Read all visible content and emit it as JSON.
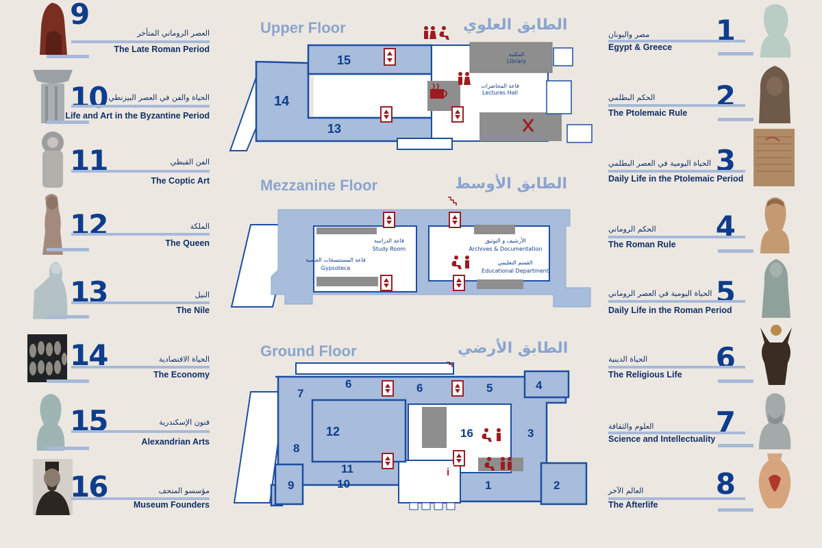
{
  "floors": {
    "upper": {
      "title_en": "Upper Floor",
      "title_ar": "الطابق العلوي"
    },
    "mezzanine": {
      "title_en": "Mezzanine Floor",
      "title_ar": "الطابق الأوسط"
    },
    "ground": {
      "title_en": "Ground Floor",
      "title_ar": "الطابق الأرضي"
    }
  },
  "upper_plan": {
    "room_15": "15",
    "room_14": "14",
    "room_13": "13",
    "library_ar": "المكتبة",
    "library_en": "Library",
    "lectures_ar": "قاعة المحاضرات",
    "lectures_en": "Lectures Hall"
  },
  "mezzanine_plan": {
    "study_ar": "قاعة الدراسة",
    "study_en": "Study Room",
    "gypso_ar": "قاعة المستنسخات الجصية",
    "gypso_en": "Gypsoteca",
    "archives_ar": "الأرشيف و التوثيق",
    "archives_en": "Archives & Documentation",
    "edu_ar": "القسم التعليمي",
    "edu_en": "Educational Department"
  },
  "ground_plan": {
    "r6a": "6",
    "r6b": "6",
    "r5": "5",
    "r4": "4",
    "r7": "7",
    "r12": "12",
    "r16": "16",
    "r3": "3",
    "r8": "8",
    "r11": "11",
    "r10": "10",
    "r9": "9",
    "r1": "1",
    "r2": "2",
    "info": "i"
  },
  "left_sections": [
    {
      "num": "9",
      "ar": "العصر الروماني المتأخر",
      "en": "The Late Roman Period"
    },
    {
      "num": "10",
      "ar": "الحياة والفن في العصر البيزنطي",
      "en": "Life and Art in the Byzantine Period"
    },
    {
      "num": "11",
      "ar": "الفن القبطي",
      "en": "The Coptic Art"
    },
    {
      "num": "12",
      "ar": "الملكة",
      "en": "The Queen"
    },
    {
      "num": "13",
      "ar": "النيل",
      "en": "The Nile"
    },
    {
      "num": "14",
      "ar": "الحياة الاقتصادية",
      "en": "The Economy"
    },
    {
      "num": "15",
      "ar": "فنون الإسكندرية",
      "en": "Alexandrian Arts"
    },
    {
      "num": "16",
      "ar": "مؤسسو المتحف",
      "en": "Museum Founders"
    }
  ],
  "right_sections": [
    {
      "num": "1",
      "ar": "مصر واليونان",
      "en": "Egypt & Greece"
    },
    {
      "num": "2",
      "ar": "الحكم البطلمي",
      "en": "The Ptolemaic Rule"
    },
    {
      "num": "3",
      "ar": "الحياة اليومية في العصر البطلمي",
      "en": "Daily Life in the Ptolemaic Period"
    },
    {
      "num": "4",
      "ar": "الحكم الروماني",
      "en": "The Roman Rule"
    },
    {
      "num": "5",
      "ar": "الحياة اليومية في العصر الروماني",
      "en": "Daily Life in the Roman Period"
    },
    {
      "num": "6",
      "ar": "الحياة الدينية",
      "en": "The Religious Life"
    },
    {
      "num": "7",
      "ar": "العلوم والثقافة",
      "en": "Science and Intellectuality"
    },
    {
      "num": "8",
      "ar": "العالم الآخر",
      "en": "The Afterlife"
    }
  ],
  "colors": {
    "room_fill": "#a8bcdc",
    "wall": "#1b4ea0",
    "service": "#8e8e8e",
    "elevator": "#9c1c22",
    "background": "#ece8e1",
    "title": "#8aa4cf"
  },
  "icons": [
    "elevator-icon",
    "stairs-icon",
    "toilet-icon",
    "accessible-icon",
    "cafe-icon",
    "restaurant-icon",
    "info-icon"
  ]
}
